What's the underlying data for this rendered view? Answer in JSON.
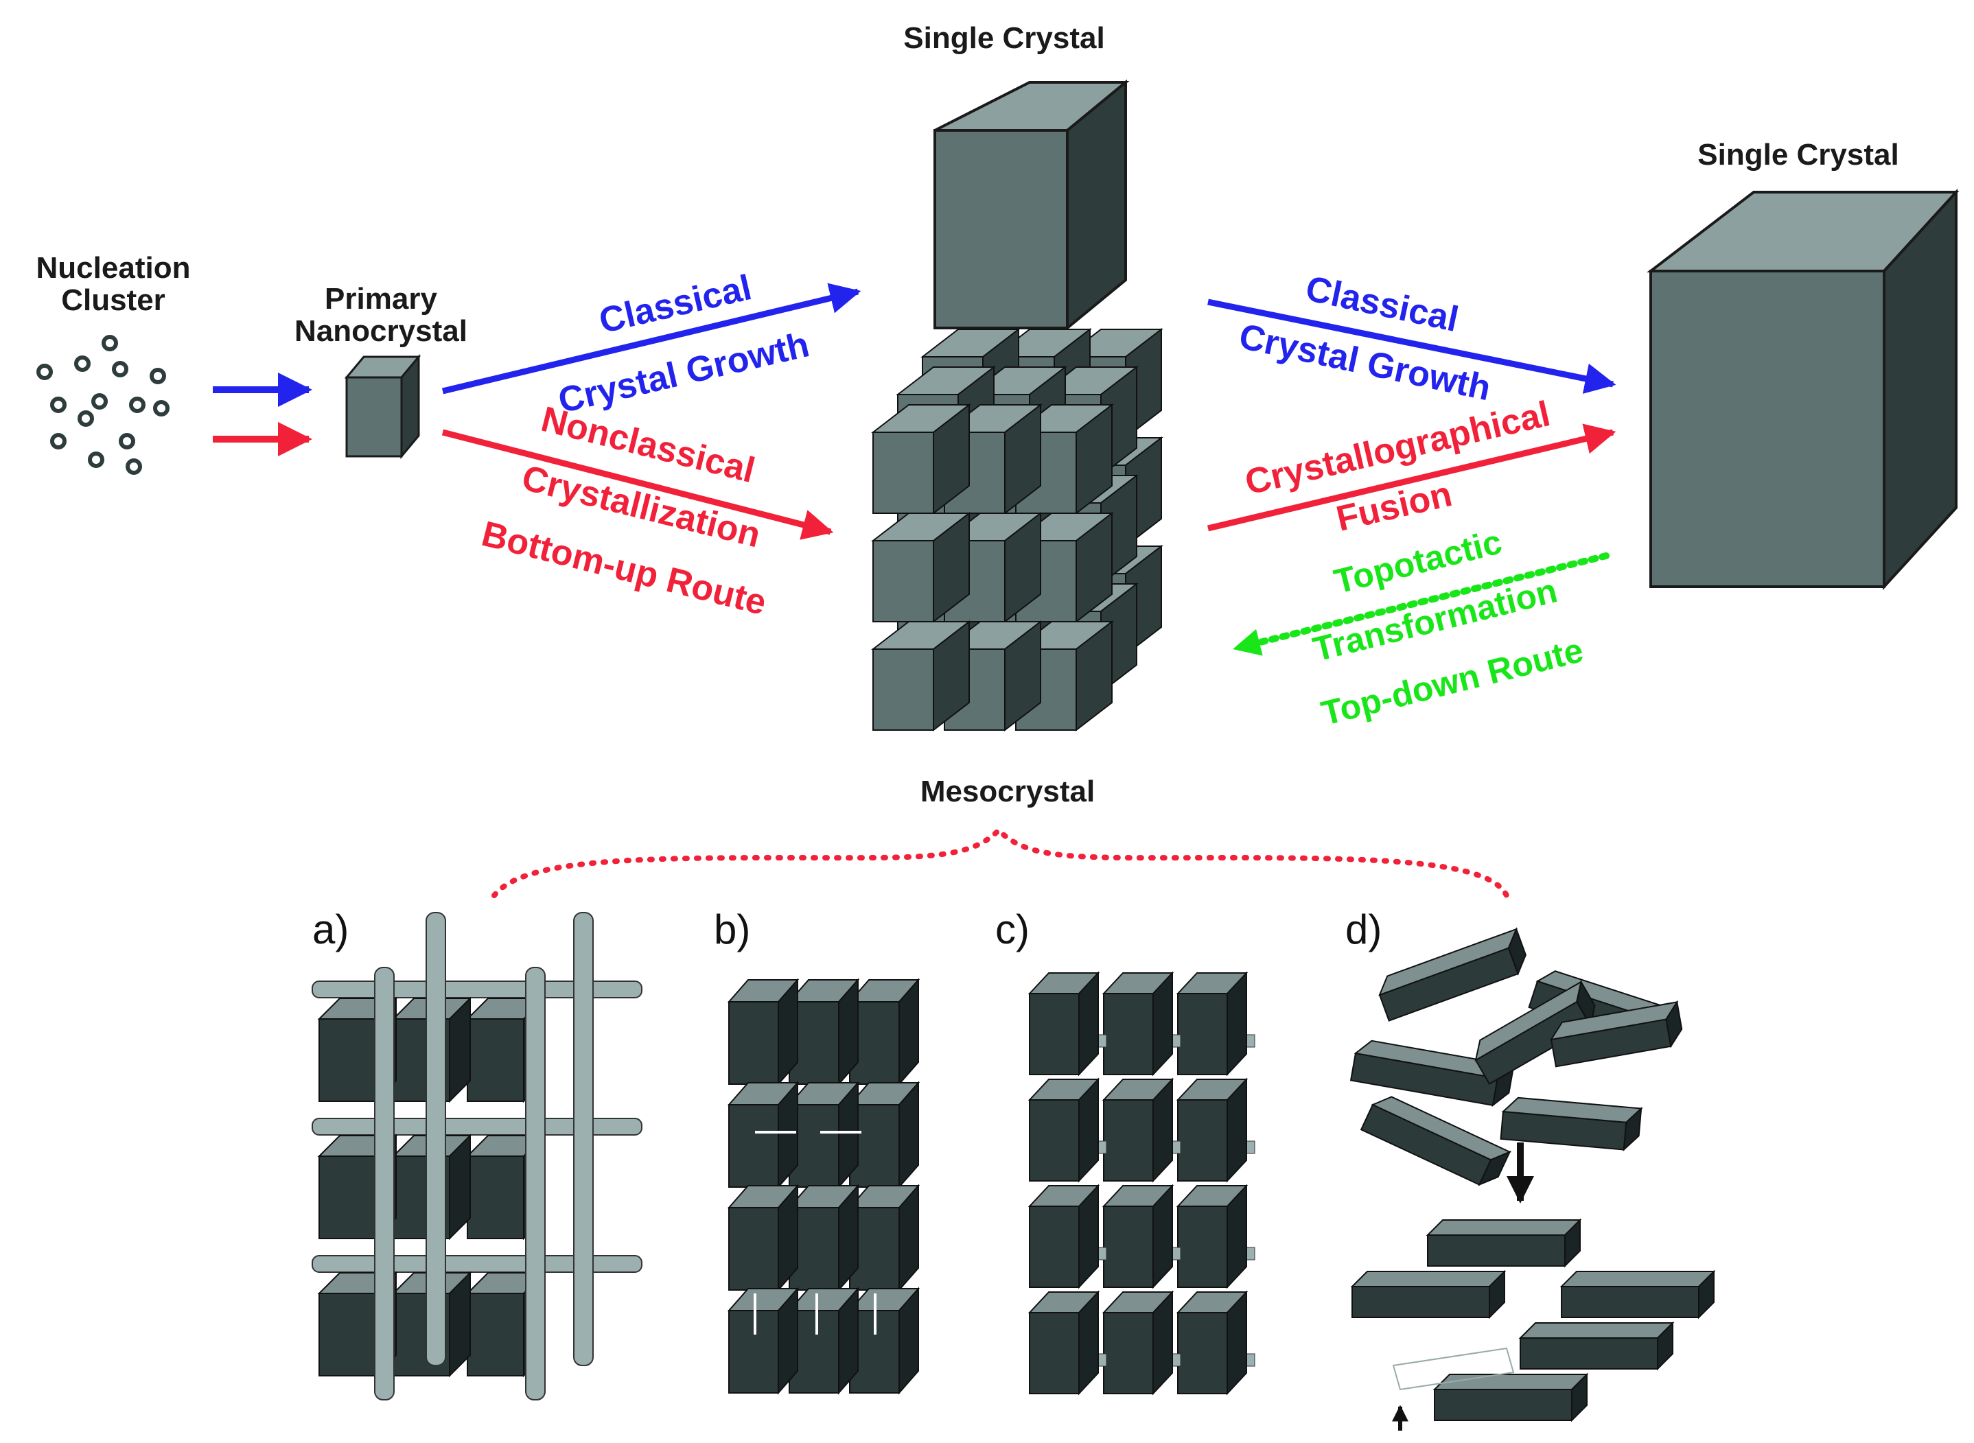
{
  "labels": {
    "nucleation_line1": "Nucleation",
    "nucleation_line2": "Cluster",
    "primary_line1": "Primary",
    "primary_line2": "Nanocrystal",
    "single_crystal_top": "Single Crystal",
    "single_crystal_right": "Single Crystal",
    "mesocrystal": "Mesocrystal"
  },
  "pathways": {
    "classical_1": {
      "line1": "Classical",
      "line2": "Crystal Growth",
      "color": "#2323ee"
    },
    "nonclassical": {
      "line1": "Nonclassical",
      "line2": "Crystallization",
      "line3": "Bottom-up Route",
      "color": "#f2213a"
    },
    "classical_2": {
      "line1": "Classical",
      "line2": "Crystal Growth",
      "color": "#2323ee"
    },
    "fusion": {
      "line1": "Crystallographical",
      "line2": "Fusion",
      "color": "#f2213a"
    },
    "topotactic": {
      "line1": "Topotactic",
      "line2": "Transformation",
      "line3": "Top-down Route",
      "color": "#19e619"
    }
  },
  "panels": [
    "a)",
    "b)",
    "c)",
    "d)"
  ],
  "colors": {
    "crystal_front": "#5f7272",
    "crystal_top": "#8da0a0",
    "crystal_side": "#2e3c3c",
    "dark_front": "#2c3a3a",
    "dark_top": "#7e9090",
    "dark_side": "#1a2424",
    "polymer": "#9db0b0",
    "bracket": "#f2213a"
  },
  "icons": [
    "blue-arrow-icon",
    "red-arrow-icon",
    "green-dotted-arrow-icon",
    "down-arrow-icon"
  ]
}
